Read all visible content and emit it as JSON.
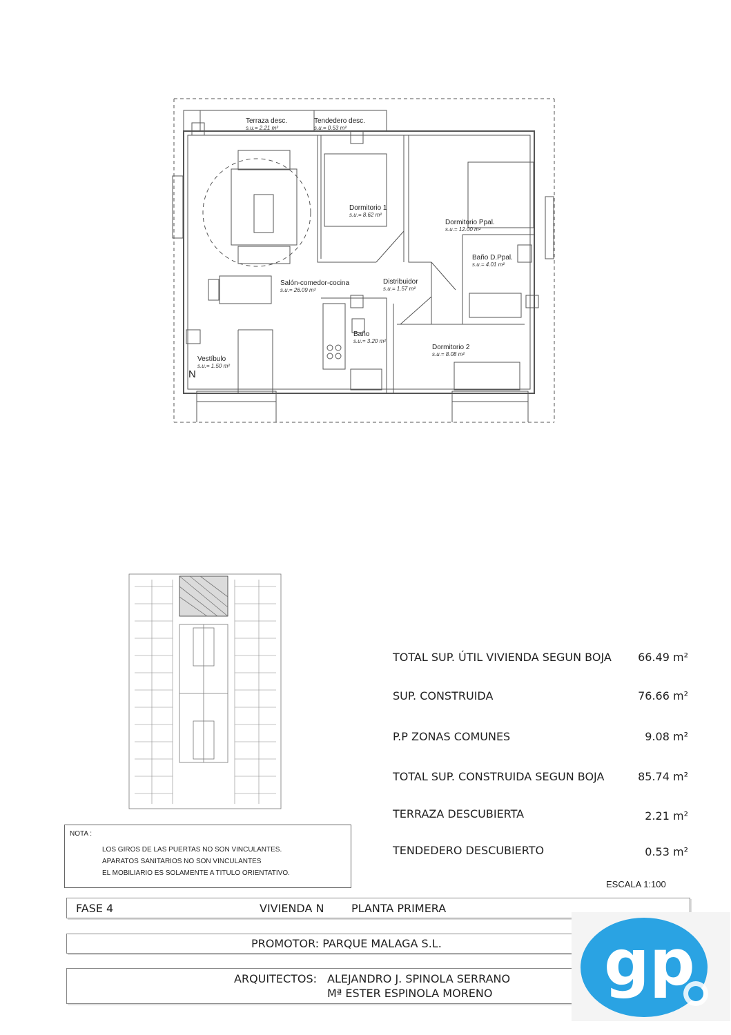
{
  "plan": {
    "rooms": [
      {
        "name": "Terraza desc.",
        "area": "s.u.= 2.21 m²"
      },
      {
        "name": "Tendedero desc.",
        "area": "s.u.= 0.53 m²"
      },
      {
        "name": "Dormitorio 1",
        "area": "s.u.= 8.62 m²"
      },
      {
        "name": "Dormitorio Ppal.",
        "area": "s.u.= 12.00 m²"
      },
      {
        "name": "Baño D.Ppal.",
        "area": "s.u.= 4.01 m²"
      },
      {
        "name": "Distribuidor",
        "area": "s.u.= 1.57 m²"
      },
      {
        "name": "Salón-comedor-cocina",
        "area": "s.u.= 26.09 m²"
      },
      {
        "name": "Baño",
        "area": "s.u.= 3.20 m²"
      },
      {
        "name": "Dormitorio 2",
        "area": "s.u.= 8.08 m²"
      },
      {
        "name": "Vestíbulo",
        "area": "s.u.= 1.50 m²"
      }
    ],
    "unit_letter": "N"
  },
  "summary": [
    {
      "label": "TOTAL SUP. ÚTIL VIVIENDA SEGUN BOJA",
      "value": "66.49  m²"
    },
    {
      "label": "SUP. CONSTRUIDA",
      "value": "76.66  m²"
    },
    {
      "label": "P.P ZONAS COMUNES",
      "value": "9.08  m²"
    },
    {
      "label": "TOTAL SUP. CONSTRUIDA SEGUN BOJA",
      "value": "85.74  m²"
    },
    {
      "label": "TERRAZA DESCUBIERTA",
      "value": "2.21  m²"
    },
    {
      "label": "TENDEDERO DESCUBIERTO",
      "value": "0.53  m²"
    }
  ],
  "nota": {
    "title": "NOTA :",
    "lines": [
      "LOS GIROS DE LAS PUERTAS NO SON VINCULANTES.",
      "APARATOS SANITARIOS NO SON VINCULANTES",
      "EL MOBILIARIO ES SOLAMENTE A TITULO ORIENTATIVO."
    ]
  },
  "scale": "ESCALA 1:100",
  "title_block": {
    "fase": "FASE 4",
    "vivienda": "VIVIENDA N",
    "planta": "PLANTA PRIMERA",
    "promotor": "PROMOTOR: PARQUE MALAGA S.L.",
    "arquitectos_label": "ARQUITECTOS:",
    "arquitecto_1": "ALEJANDRO J. SPINOLA SERRANO",
    "arquitecto_2": "Mª ESTER ESPINOLA MORENO"
  },
  "logo": {
    "text": "gp",
    "color": "#1e9be0"
  }
}
